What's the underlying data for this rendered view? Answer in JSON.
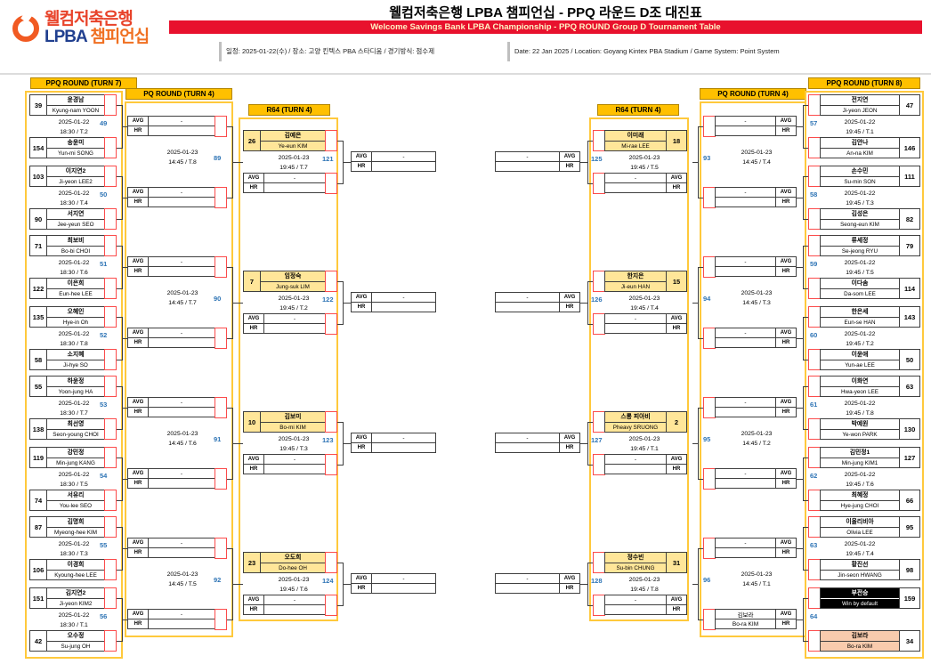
{
  "header": {
    "logo_line1": "웰컴저축은행",
    "logo_line2_lpba": "LPBA",
    "logo_line2_champ": "챔피언십",
    "title_ko": "웰컴저축은행 LPBA 챔피언십 - PPQ 라운드 D조 대진표",
    "banner_en": "Welcome Savings Bank LPBA Championship - PPQ ROUND Group D Tournament Table",
    "info_ko": "일정: 2025-01-22(수) / 장소: 고양 킨텍스 PBA 스타디움 / 경기방식: 점수제",
    "info_en": "Date: 22 Jan 2025 / Location: Goyang Kintex PBA Stadium / Game System: Point System"
  },
  "labels": {
    "avg": "AVG",
    "hr": "HR",
    "dash": "-"
  },
  "colors": {
    "head_bg": "#ffc000",
    "ycol_border": "#ffc93c",
    "r64_highlight": "#ffe699",
    "advance_salmon": "#f8cbad",
    "match_no_blue": "#2e74b5",
    "score_red": "#fb4b4b",
    "banner_red": "#e8112d",
    "banner_text": "#fff3c5",
    "logo_orange": "#f15a22",
    "logo_blue": "#203f8f",
    "logo_red_text": "#e8432a",
    "champ_orange": "#f07022"
  },
  "columns": {
    "left_ppq": {
      "header": "PPQ ROUND (TURN 7)",
      "matches": [
        {
          "no": "49",
          "date": "2025-01-22",
          "time": "18:30 / T.2",
          "p1": {
            "seed": "39",
            "ko": "윤경남",
            "en": "Kyung-nam YOON"
          },
          "p2": {
            "seed": "154",
            "ko": "송윤미",
            "en": "Yun-mi SONG"
          }
        },
        {
          "no": "50",
          "date": "2025-01-22",
          "time": "18:30 / T.4",
          "p1": {
            "seed": "103",
            "ko": "이지연2",
            "en": "Ji-yeon LEE2"
          },
          "p2": {
            "seed": "90",
            "ko": "서지연",
            "en": "Jee-yeun SEO"
          }
        },
        {
          "no": "51",
          "date": "2025-01-22",
          "time": "18:30 / T.6",
          "p1": {
            "seed": "71",
            "ko": "최보비",
            "en": "Bo-bi CHOI"
          },
          "p2": {
            "seed": "122",
            "ko": "이은희",
            "en": "Eun-hee LEE"
          }
        },
        {
          "no": "52",
          "date": "2025-01-22",
          "time": "18:30 / T.8",
          "p1": {
            "seed": "135",
            "ko": "오혜인",
            "en": "Hye-in Oh"
          },
          "p2": {
            "seed": "58",
            "ko": "소지혜",
            "en": "Ji-hye SO"
          }
        },
        {
          "no": "53",
          "date": "2025-01-22",
          "time": "18:30 / T.7",
          "p1": {
            "seed": "55",
            "ko": "하윤정",
            "en": "Yoon-jung HA"
          },
          "p2": {
            "seed": "138",
            "ko": "최선영",
            "en": "Seon-young CHOI"
          }
        },
        {
          "no": "54",
          "date": "2025-01-22",
          "time": "18:30 / T.5",
          "p1": {
            "seed": "119",
            "ko": "강민정",
            "en": "Min-jung KANG"
          },
          "p2": {
            "seed": "74",
            "ko": "서유리",
            "en": "You-lee SEO"
          }
        },
        {
          "no": "55",
          "date": "2025-01-22",
          "time": "18:30 / T.3",
          "p1": {
            "seed": "87",
            "ko": "김명희",
            "en": "Myeong-hee KIM"
          },
          "p2": {
            "seed": "106",
            "ko": "이경희",
            "en": "Kyoung-hee LEE"
          }
        },
        {
          "no": "56",
          "date": "2025-01-22",
          "time": "18:30 / T.1",
          "p1": {
            "seed": "151",
            "ko": "김지연2",
            "en": "Ji-yeon KIM2"
          },
          "p2": {
            "seed": "42",
            "ko": "오수정",
            "en": "Su-jung OH"
          }
        }
      ]
    },
    "left_pq": {
      "header": "PQ ROUND (TURN 4)",
      "matches": [
        {
          "no": "89",
          "date": "2025-01-23",
          "time": "14:45 / T.8"
        },
        {
          "no": "90",
          "date": "2025-01-23",
          "time": "14:45 / T.7"
        },
        {
          "no": "91",
          "date": "2025-01-23",
          "time": "14:45 / T.6"
        },
        {
          "no": "92",
          "date": "2025-01-23",
          "time": "14:45 / T.5"
        }
      ]
    },
    "left_r64": {
      "header": "R64 (TURN 4)",
      "matches": [
        {
          "no": "121",
          "date": "2025-01-23",
          "time": "19:45 / T.7",
          "p1": {
            "seed": "26",
            "ko": "김예은",
            "en": "Ye-eun KIM"
          }
        },
        {
          "no": "122",
          "date": "2025-01-23",
          "time": "19:45 / T.2",
          "p1": {
            "seed": "7",
            "ko": "임정숙",
            "en": "Jung-suk LIM"
          }
        },
        {
          "no": "123",
          "date": "2025-01-23",
          "time": "19:45 / T.3",
          "p1": {
            "seed": "10",
            "ko": "김보미",
            "en": "Bo-mi KIM"
          }
        },
        {
          "no": "124",
          "date": "2025-01-23",
          "time": "19:45 / T.6",
          "p1": {
            "seed": "23",
            "ko": "오도희",
            "en": "Do-hee OH"
          }
        }
      ]
    },
    "right_r64": {
      "header": "R64 (TURN 4)",
      "matches": [
        {
          "no": "125",
          "date": "2025-01-23",
          "time": "19:45 / T.5",
          "p1": {
            "seed": "18",
            "ko": "이미래",
            "en": "Mi-rae LEE"
          }
        },
        {
          "no": "126",
          "date": "2025-01-23",
          "time": "19:45 / T.4",
          "p1": {
            "seed": "15",
            "ko": "한지은",
            "en": "Ji-eun HAN"
          }
        },
        {
          "no": "127",
          "date": "2025-01-23",
          "time": "19:45 / T.1",
          "p1": {
            "seed": "2",
            "ko": "스롱 피아비",
            "en": "Pheavy SRUONG"
          }
        },
        {
          "no": "128",
          "date": "2025-01-23",
          "time": "19:45 / T.8",
          "p1": {
            "seed": "31",
            "ko": "정수빈",
            "en": "Su-bin CHUNG"
          }
        }
      ]
    },
    "right_pq": {
      "header": "PQ ROUND (TURN 4)",
      "matches": [
        {
          "no": "93",
          "date": "2025-01-23",
          "time": "14:45 / T.4"
        },
        {
          "no": "94",
          "date": "2025-01-23",
          "time": "14:45 / T.3"
        },
        {
          "no": "95",
          "date": "2025-01-23",
          "time": "14:45 / T.2"
        },
        {
          "no": "96",
          "date": "2025-01-23",
          "time": "14:45 / T.1",
          "p2": {
            "ko": "김보라",
            "en": "Bo-ra KIM"
          }
        }
      ]
    },
    "right_ppq": {
      "header": "PPQ ROUND (TURN 8)",
      "matches": [
        {
          "no": "57",
          "date": "2025-01-22",
          "time": "19:45 / T.1",
          "p1": {
            "seed": "47",
            "ko": "전지연",
            "en": "Ji-yeon JEON"
          },
          "p2": {
            "seed": "146",
            "ko": "김안나",
            "en": "An-na KIM"
          }
        },
        {
          "no": "58",
          "date": "2025-01-22",
          "time": "19:45 / T.3",
          "p1": {
            "seed": "111",
            "ko": "손수민",
            "en": "Su-min SON"
          },
          "p2": {
            "seed": "82",
            "ko": "김성은",
            "en": "Seong-eun KIM"
          }
        },
        {
          "no": "59",
          "date": "2025-01-22",
          "time": "19:45 / T.5",
          "p1": {
            "seed": "79",
            "ko": "류세정",
            "en": "Se-jeong RYU"
          },
          "p2": {
            "seed": "114",
            "ko": "이다솜",
            "en": "Da-som LEE"
          }
        },
        {
          "no": "60",
          "date": "2025-01-22",
          "time": "19:45 / T.2",
          "p1": {
            "seed": "143",
            "ko": "한은세",
            "en": "Eun-se HAN"
          },
          "p2": {
            "seed": "50",
            "ko": "이윤애",
            "en": "Yun-ae LEE"
          }
        },
        {
          "no": "61",
          "date": "2025-01-22",
          "time": "19:45 / T.8",
          "p1": {
            "seed": "63",
            "ko": "이화연",
            "en": "Hwa-yeon LEE"
          },
          "p2": {
            "seed": "130",
            "ko": "박예원",
            "en": "Ye-won PARK"
          }
        },
        {
          "no": "62",
          "date": "2025-01-22",
          "time": "19:45 / T.6",
          "p1": {
            "seed": "127",
            "ko": "김민정1",
            "en": "Min-jung KIM1"
          },
          "p2": {
            "seed": "66",
            "ko": "최혜정",
            "en": "Hye-jung CHOI"
          }
        },
        {
          "no": "63",
          "date": "2025-01-22",
          "time": "19:45 / T.4",
          "p1": {
            "seed": "95",
            "ko": "이올리비아",
            "en": "Olivia LEE"
          },
          "p2": {
            "seed": "98",
            "ko": "황진선",
            "en": "Jin-seon HWANG"
          }
        },
        {
          "no": "64",
          "p1": {
            "seed": "159",
            "ko": "부전승",
            "en": "Win by default",
            "style": "walkover"
          },
          "p2": {
            "seed": "34",
            "ko": "김보라",
            "en": "Bo-ra KIM",
            "style": "advanced"
          }
        }
      ]
    }
  }
}
